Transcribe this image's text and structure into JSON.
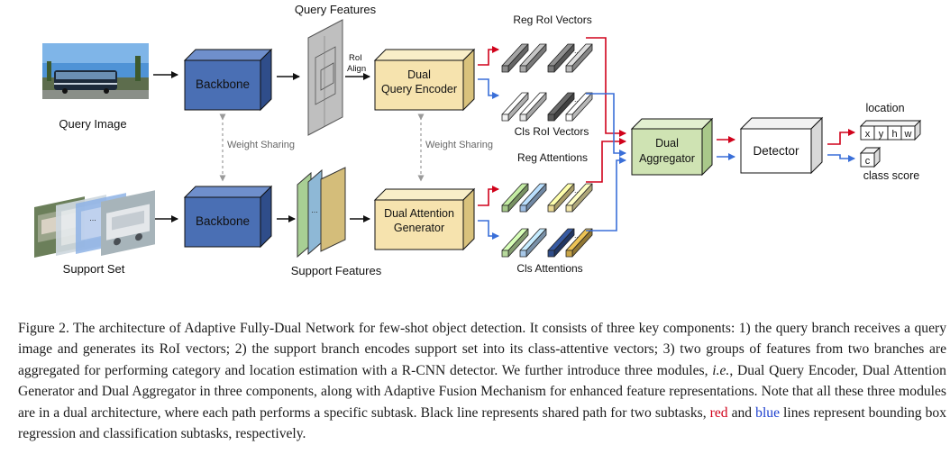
{
  "labels": {
    "query_features": "Query Features",
    "roi_align_1": "RoI",
    "roi_align_2": "Align",
    "backbone_top": "Backbone",
    "backbone_bottom": "Backbone",
    "dual_query_encoder_1": "Dual",
    "dual_query_encoder_2": "Query Encoder",
    "query_image": "Query Image",
    "weight_sharing_left": "Weight Sharing",
    "weight_sharing_right": "Weight Sharing",
    "support_set": "Support Set",
    "support_features": "Support Features",
    "dual_attention_generator_1": "Dual Attention",
    "dual_attention_generator_2": "Generator",
    "reg_roi_vectors": "Reg RoI Vectors",
    "cls_roi_vectors": "Cls RoI Vectors",
    "reg_attentions": "Reg Attentions",
    "cls_attentions": "Cls Attentions",
    "dual_aggregator_1": "Dual",
    "dual_aggregator_2": "Aggregator",
    "detector": "Detector",
    "location": "location",
    "class_score": "class score",
    "box_x": "x",
    "box_y": "y",
    "box_h": "h",
    "box_w": "w",
    "box_c": "c",
    "ellipsis": "..."
  },
  "caption": {
    "part1": "Figure 2. The architecture of Adaptive Fully-Dual Network for few-shot object detection. It consists of three key components: 1) the query branch receives a query image and generates its RoI vectors; 2) the support branch encodes support set into its class-attentive vectors; 3) two groups of features from two branches are aggregated for performing category and location estimation with a R-CNN detector. We further introduce three modules, ",
    "ie": "i.e.",
    "part2": ", Dual Query Encoder, Dual Attention Generator and Dual Aggregator in three components, along with Adaptive Fusion Mechanism for enhanced feature representations. Note that all these three modules are in a dual architecture, where each path performs a specific subtask. Black line represents shared path for two subtasks, ",
    "red": "red",
    "and": " and ",
    "blue": "blue",
    "part3": " lines represent bounding box regression and classification subtasks, respectively."
  },
  "colors": {
    "backbone": "#4a6fb4",
    "module": "#f6e3ae",
    "aggregator": "#cfe3b3",
    "red_line": "#d0021b",
    "blue_line": "#3a6fd8",
    "black_line": "#111111"
  }
}
